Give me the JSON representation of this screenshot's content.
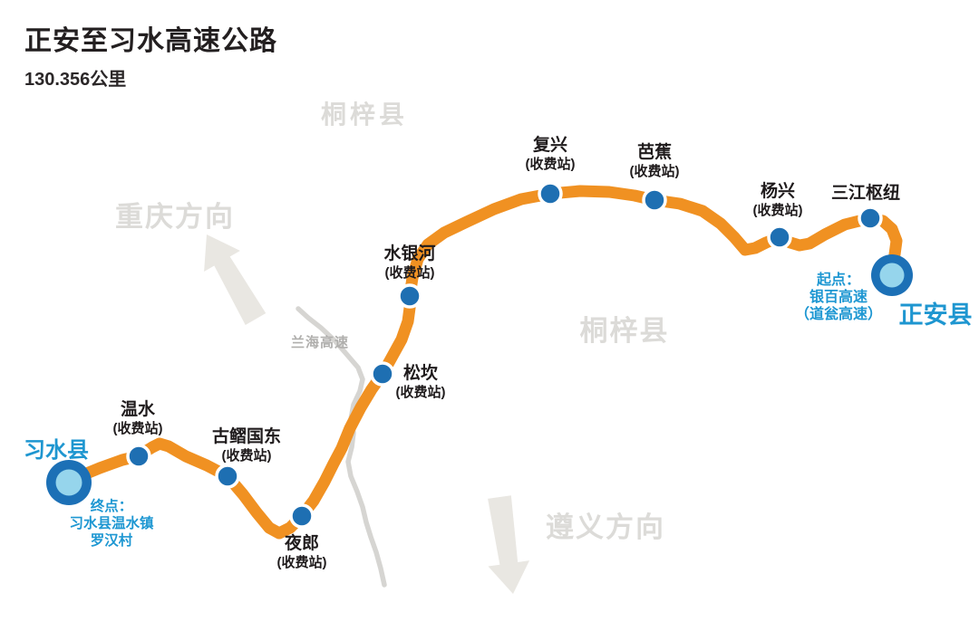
{
  "title": "正安至习水高速公路",
  "subtitle": "130.356公里",
  "colors": {
    "route_orange": "#f09122",
    "station_blue": "#1e6fb2",
    "terminal_ring": "#1c70b6",
    "terminal_inner": "#96d5ec",
    "accent_blue": "#1e97d2",
    "title_dark": "#231f20",
    "watermark_gray": "#dcdbd8",
    "lanhai_label_gray": "#b0afad",
    "lanhai_line_gray": "#d6d5d2",
    "arrow_gray": "#e9e7e2"
  },
  "terminals": {
    "start": {
      "city": "正安县",
      "note_line1": "起点：",
      "note_line2": "银百高速",
      "note_line3": "（道瓮高速）"
    },
    "end": {
      "city": "习水县",
      "note_line1": "终点：",
      "note_line2": "习水县温水镇",
      "note_line3": "罗汉村"
    }
  },
  "stations": [
    {
      "name": "三江枢纽",
      "sub": ""
    },
    {
      "name": "杨兴",
      "sub": "(收费站)"
    },
    {
      "name": "芭蕉",
      "sub": "(收费站)"
    },
    {
      "name": "复兴",
      "sub": "(收费站)"
    },
    {
      "name": "水银河",
      "sub": "(收费站)"
    },
    {
      "name": "松坎",
      "sub": "(收费站)"
    },
    {
      "name": "夜郎",
      "sub": "(收费站)"
    },
    {
      "name": "古鳛国东",
      "sub": "(收费站)"
    },
    {
      "name": "温水",
      "sub": "(收费站)"
    }
  ],
  "watermarks": {
    "tongzi_top": "桐梓县",
    "tongzi_mid": "桐梓县",
    "chongqing_direction": "重庆方向",
    "zunyi_direction": "遵义方向",
    "lanhai_expressway": "兰海高速"
  }
}
